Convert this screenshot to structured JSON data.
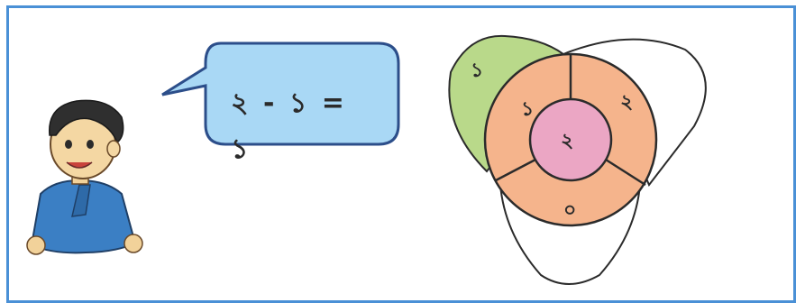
{
  "speech": {
    "equation": "২ - ১ = ১"
  },
  "venn": {
    "green_only": "১",
    "orange_left": "১",
    "orange_right": "২",
    "orange_bottom": "০",
    "center": "২"
  },
  "colors": {
    "frame": "#4a90d6",
    "bubble": "#a9d8f5",
    "green": "#b9d98a",
    "orange": "#f5b48c",
    "pink": "#eba6c4"
  }
}
